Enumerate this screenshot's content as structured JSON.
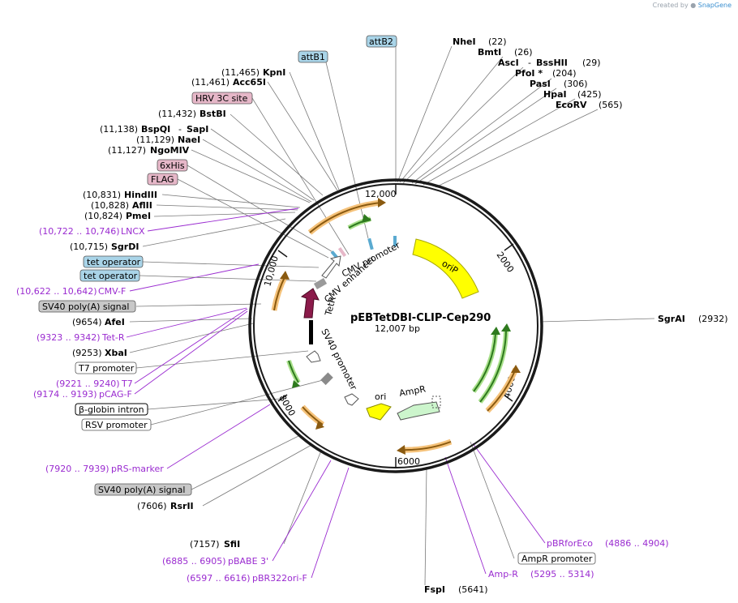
{
  "credit": {
    "prefix": "Created by",
    "brand": "SnapGene"
  },
  "plasmid": {
    "name": "pEBTetDBI-CLIP-Cep290",
    "size": "12,007 bp"
  },
  "tick_labels": [
    "2000",
    "4000",
    "6000",
    "8000",
    "10,000",
    "12,000"
  ],
  "enzymes": [
    {
      "name": "NheI",
      "pos": "(22)"
    },
    {
      "name": "BmtI",
      "pos": "(26)"
    },
    {
      "name": "AscI",
      "pos": "(29)",
      "extra": "BssHII"
    },
    {
      "name": "PfoI *",
      "pos": "(204)"
    },
    {
      "name": "PasI",
      "pos": "(306)"
    },
    {
      "name": "HpaI",
      "pos": "(425)"
    },
    {
      "name": "EcoRV",
      "pos": "(565)"
    },
    {
      "name": "SgrAI",
      "pos": "(2932)"
    },
    {
      "name": "FspI",
      "pos": "(5641)"
    },
    {
      "name": "SfiI",
      "pos": "(7157)"
    },
    {
      "name": "RsrII",
      "pos": "(7606)"
    },
    {
      "name": "XbaI",
      "pos": "(9253)"
    },
    {
      "name": "AfeI",
      "pos": "(9654)"
    },
    {
      "name": "SgrDI",
      "pos": "(10,715)"
    },
    {
      "name": "PmeI",
      "pos": "(10,824)"
    },
    {
      "name": "AflII",
      "pos": "(10,828)"
    },
    {
      "name": "HindIII",
      "pos": "(10,831)"
    },
    {
      "name": "NgoMIV",
      "pos": "(11,127)"
    },
    {
      "name": "NaeI",
      "pos": "(11,129)"
    },
    {
      "name": "BspQI",
      "pos": "(11,138)",
      "extra": "SapI"
    },
    {
      "name": "BstBI",
      "pos": "(11,432)"
    },
    {
      "name": "Acc65I",
      "pos": "(11,461)"
    },
    {
      "name": "KpnI",
      "pos": "(11,465)"
    }
  ],
  "primers": [
    {
      "range": "(4886 .. 4904)",
      "name": "pBRforEco"
    },
    {
      "range": "(5295 .. 5314)",
      "name": "Amp-R"
    },
    {
      "range": "(6597 .. 6616)",
      "name": "pBR322ori-F"
    },
    {
      "range": "(6885 .. 6905)",
      "name": "pBABE 3'"
    },
    {
      "range": "(7920 .. 7939)",
      "name": "pRS-marker"
    },
    {
      "range": "(9174 .. 9193)",
      "name": "pCAG-F"
    },
    {
      "range": "(9221 .. 9240)",
      "name": "T7"
    },
    {
      "range": "(9323 .. 9342)",
      "name": "Tet-R"
    },
    {
      "range": "(10,622 .. 10,642)",
      "name": "CMV-F"
    },
    {
      "range": "(10,722 .. 10,746)",
      "name": "LNCX"
    }
  ],
  "boxed_features": [
    {
      "label": "attB2",
      "style": "blue"
    },
    {
      "label": "attB1",
      "style": "blue"
    },
    {
      "label": "HRV 3C site",
      "style": "pink"
    },
    {
      "label": "6xHis",
      "style": "pink"
    },
    {
      "label": "FLAG",
      "style": "pink"
    },
    {
      "label": "tet operator",
      "style": "blue"
    },
    {
      "label": "tet operator",
      "style": "blue"
    },
    {
      "label": "SV40 poly(A) signal",
      "style": "gray"
    },
    {
      "label": "T7 promoter",
      "style": "white"
    },
    {
      "label": "β-globin intron",
      "style": "white-dark"
    },
    {
      "label": "RSV promoter",
      "style": "white"
    },
    {
      "label": "SV40 poly(A) signal",
      "style": "gray"
    },
    {
      "label": "AmpR promoter",
      "style": "white"
    }
  ],
  "inner_features": {
    "oriP": "oriP",
    "cmv_promoter": "CMV promoter",
    "cmv_enhancer": "CMV enhancer",
    "tetr": "TetR",
    "sv40_promoter": "SV40 promoter",
    "ori": "ori",
    "ampr": "AmpR"
  },
  "colors": {
    "backbone": "#1a1a1a",
    "orange_orf": "#f0a030",
    "green_orf": "#2e9a1e",
    "yellow": "#ffff00",
    "maroon": "#8b1a4a",
    "ampr_fill": "#ccf5cc",
    "primer": "#9a2bd0",
    "blue_box": "#a9d4e8",
    "pink_box": "#e6b7c8",
    "gray_box": "#c8c8c8"
  }
}
